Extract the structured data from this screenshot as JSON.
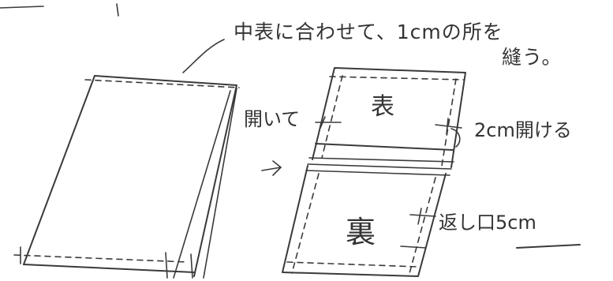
{
  "annotations": {
    "sew_note_line1": "中表に合わせて、1cmの所を",
    "sew_note_line2": "縫う。",
    "open_left": "開いて",
    "open_right": "2cm開ける",
    "front_face": "表",
    "back_face": "裏",
    "turn_opening": "返し口5cm"
  },
  "colors": {
    "ink": "#3a3a3a",
    "paper": "#ffffff"
  }
}
